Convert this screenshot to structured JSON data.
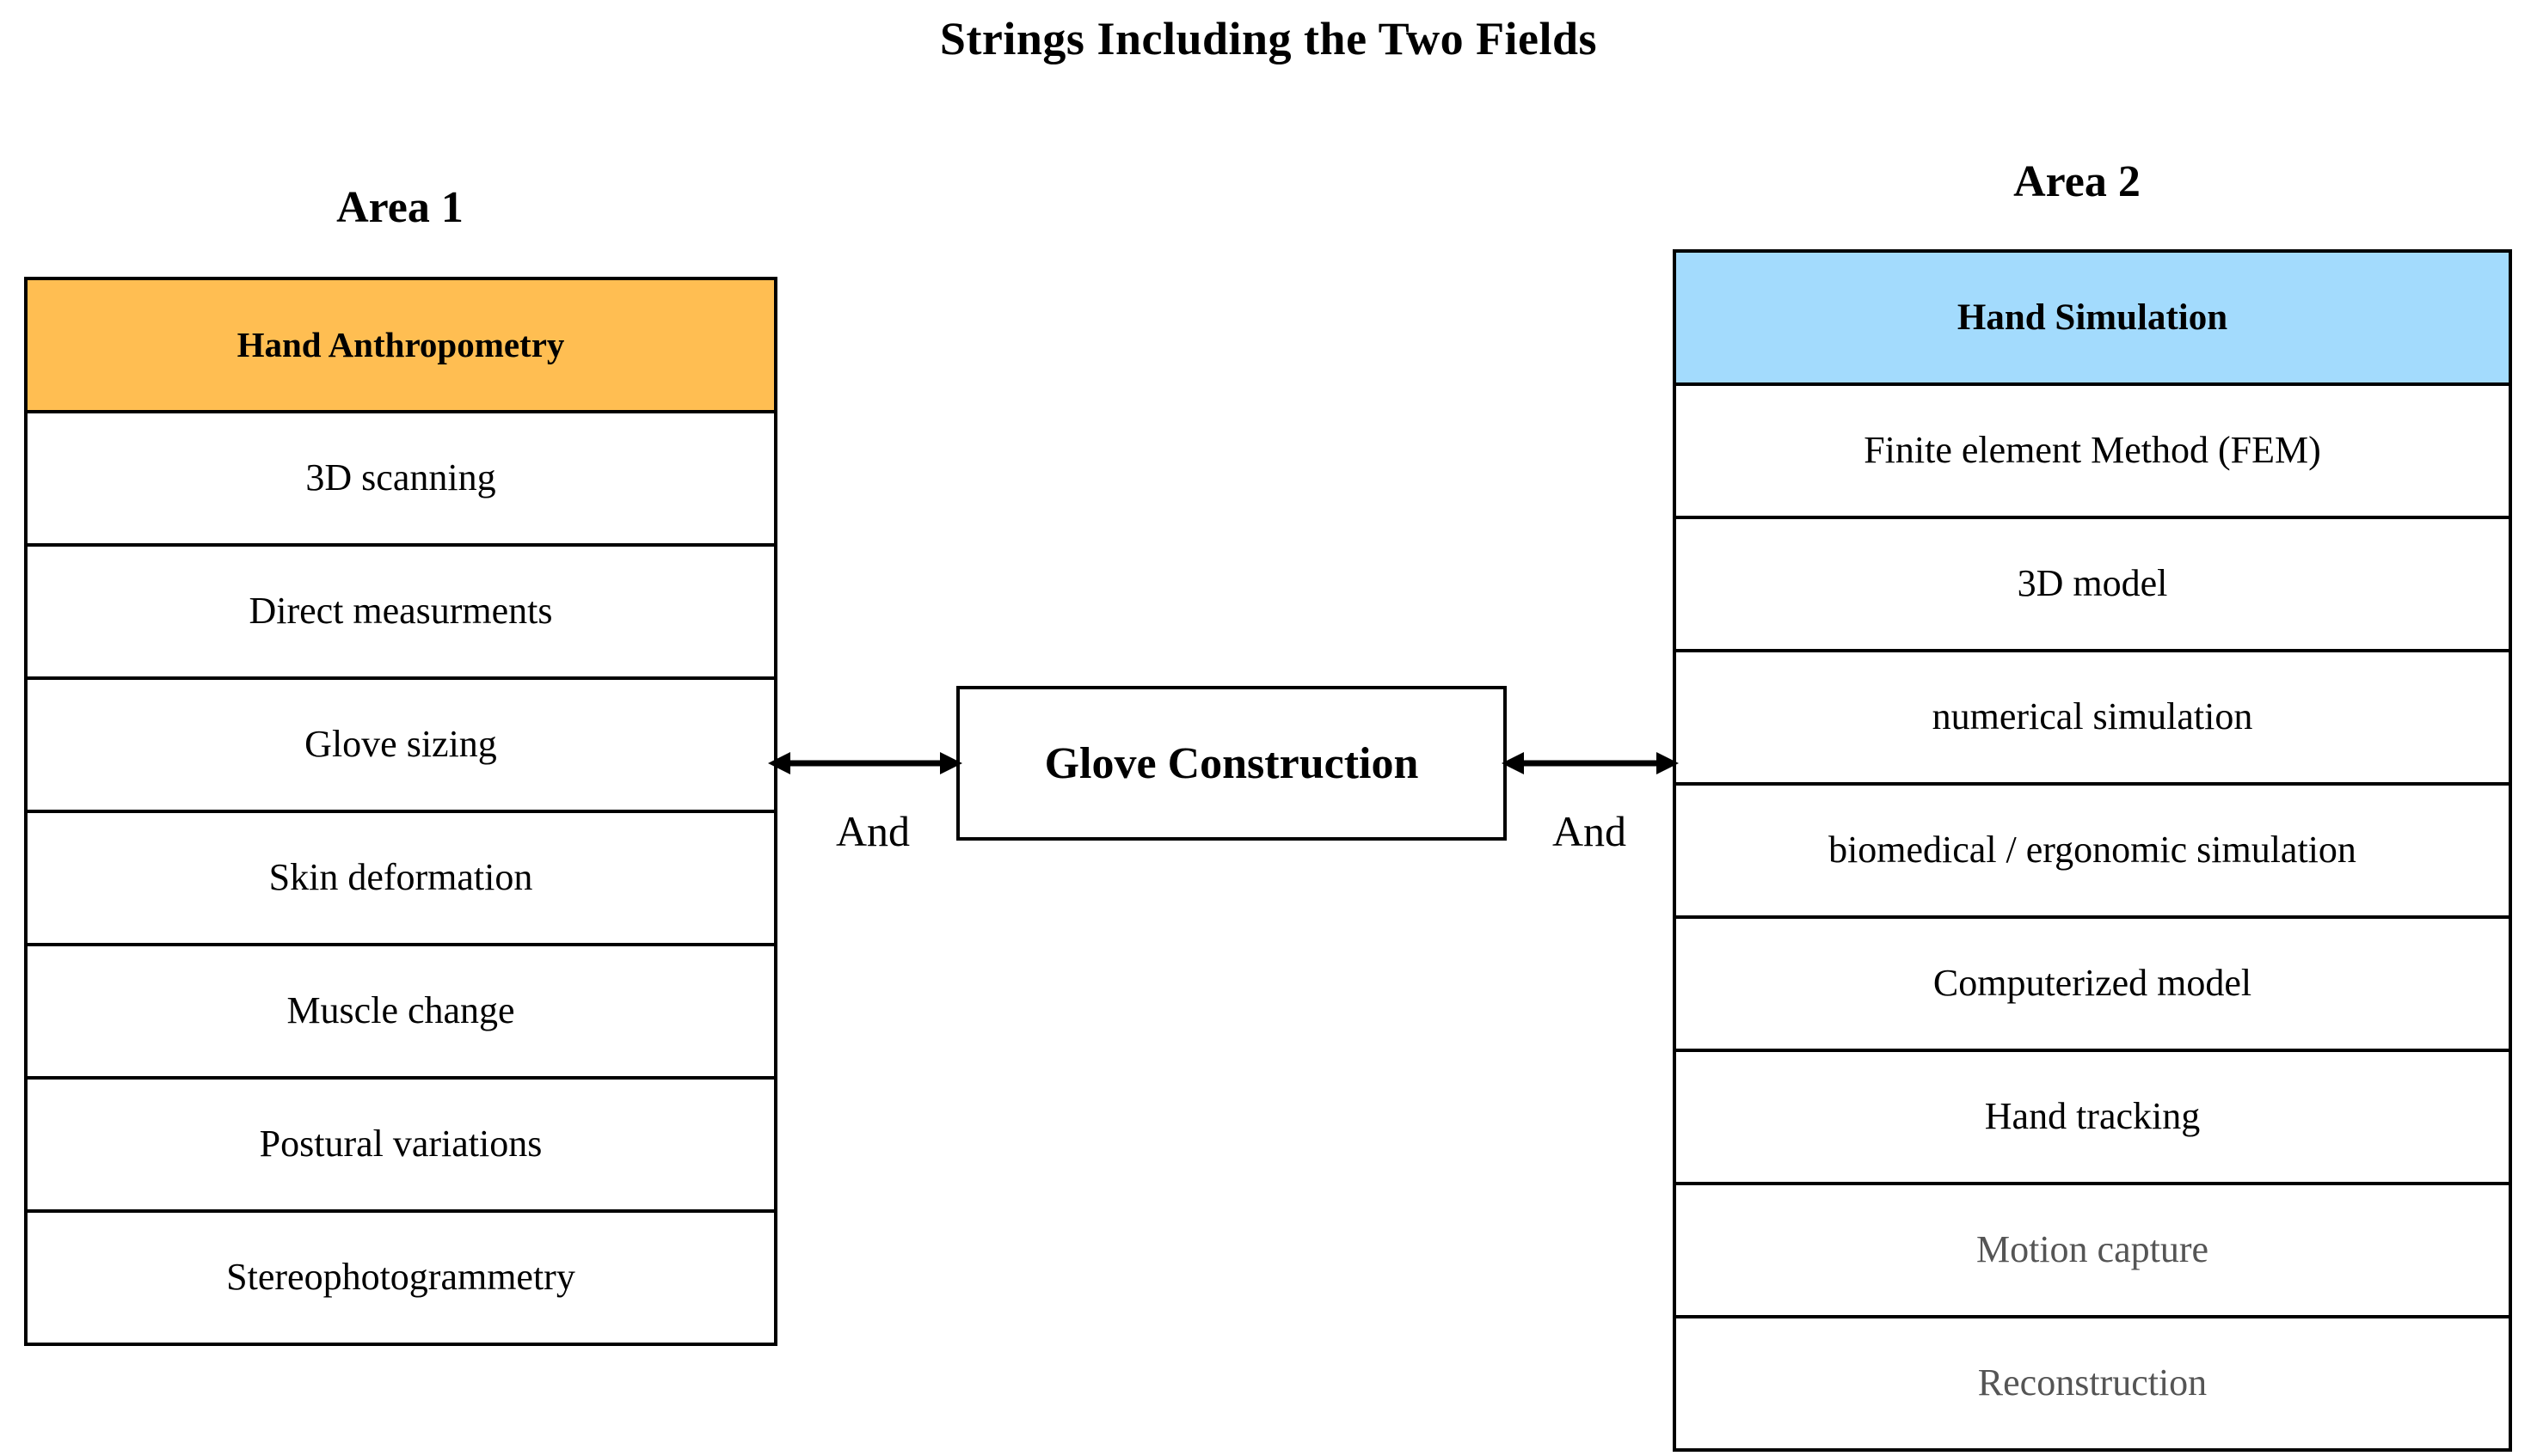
{
  "title": "Strings Including the Two Fields",
  "colors": {
    "area1_header_bg": "#FFBE52",
    "area2_header_bg": "#A3DBFD",
    "muted_text": "#555555",
    "border": "#000000",
    "background": "#FFFFFF"
  },
  "area1": {
    "label": "Area 1",
    "header": "Hand Anthropometry",
    "items": [
      "3D scanning",
      "Direct measurments",
      "Glove sizing",
      "Skin deformation",
      "Muscle change",
      "Postural variations",
      "Stereophotogrammetry"
    ]
  },
  "area2": {
    "label": "Area 2",
    "header": "Hand Simulation",
    "items": [
      "Finite element Method (FEM)",
      "3D model",
      "numerical simulation",
      "biomedical / ergonomic simulation",
      "Computerized model",
      "Hand tracking",
      "Motion capture",
      "Reconstruction"
    ],
    "muted_items": [
      "Motion capture",
      "Reconstruction"
    ]
  },
  "center": {
    "label": "Glove Construction"
  },
  "connectors": {
    "left_operator": "And",
    "right_operator": "And",
    "left_arrow": "double-headed-arrow",
    "right_arrow": "double-headed-arrow"
  }
}
